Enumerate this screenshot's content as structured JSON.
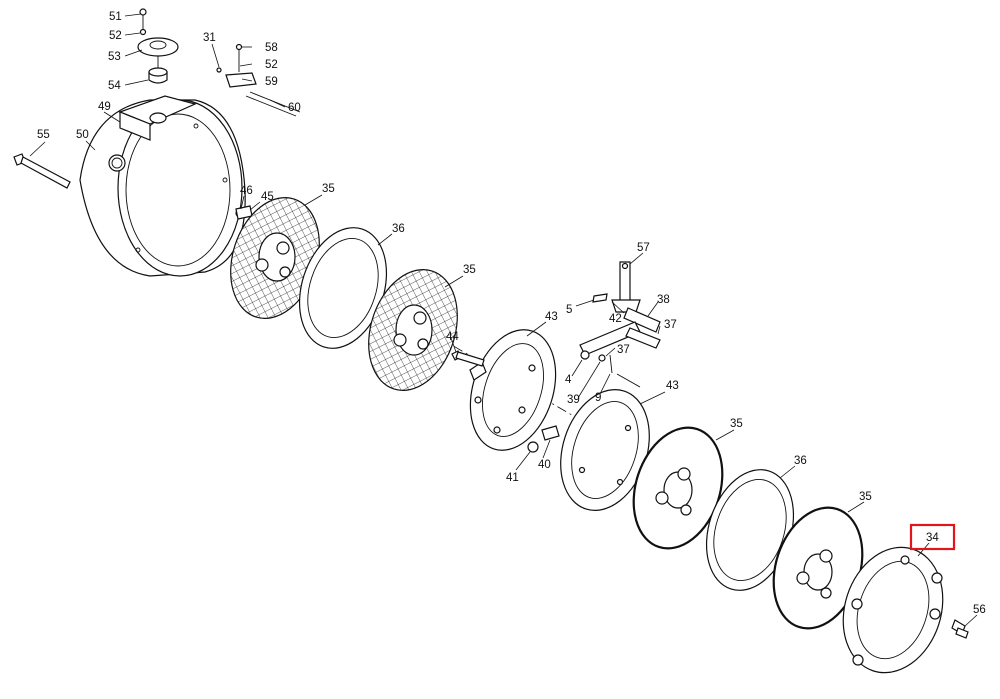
{
  "diagram": {
    "callouts": [
      {
        "id": "c51",
        "label": "51"
      },
      {
        "id": "c52a",
        "label": "52"
      },
      {
        "id": "c53",
        "label": "53"
      },
      {
        "id": "c54",
        "label": "54"
      },
      {
        "id": "c31",
        "label": "31"
      },
      {
        "id": "c58",
        "label": "58"
      },
      {
        "id": "c52b",
        "label": "52"
      },
      {
        "id": "c59",
        "label": "59"
      },
      {
        "id": "c60",
        "label": "60"
      },
      {
        "id": "c49",
        "label": "49"
      },
      {
        "id": "c50",
        "label": "50"
      },
      {
        "id": "c55",
        "label": "55"
      },
      {
        "id": "c46",
        "label": "46"
      },
      {
        "id": "c45",
        "label": "45"
      },
      {
        "id": "c35a",
        "label": "35"
      },
      {
        "id": "c36a",
        "label": "36"
      },
      {
        "id": "c35b",
        "label": "35"
      },
      {
        "id": "c57",
        "label": "57"
      },
      {
        "id": "c5",
        "label": "5"
      },
      {
        "id": "c38",
        "label": "38"
      },
      {
        "id": "c42",
        "label": "42"
      },
      {
        "id": "c43a",
        "label": "43"
      },
      {
        "id": "c37a",
        "label": "37"
      },
      {
        "id": "c44",
        "label": "44"
      },
      {
        "id": "c37b",
        "label": "37"
      },
      {
        "id": "c4",
        "label": "4"
      },
      {
        "id": "c39",
        "label": "39"
      },
      {
        "id": "c9",
        "label": "9"
      },
      {
        "id": "c43b",
        "label": "43"
      },
      {
        "id": "c41",
        "label": "41"
      },
      {
        "id": "c40",
        "label": "40"
      },
      {
        "id": "c35c",
        "label": "35"
      },
      {
        "id": "c36b",
        "label": "36"
      },
      {
        "id": "c35d",
        "label": "35"
      },
      {
        "id": "c34",
        "label": "34"
      },
      {
        "id": "c56",
        "label": "56"
      }
    ],
    "highlighted_callout": "34",
    "highlight_color": "#e0161b",
    "line_color": "#111111"
  }
}
